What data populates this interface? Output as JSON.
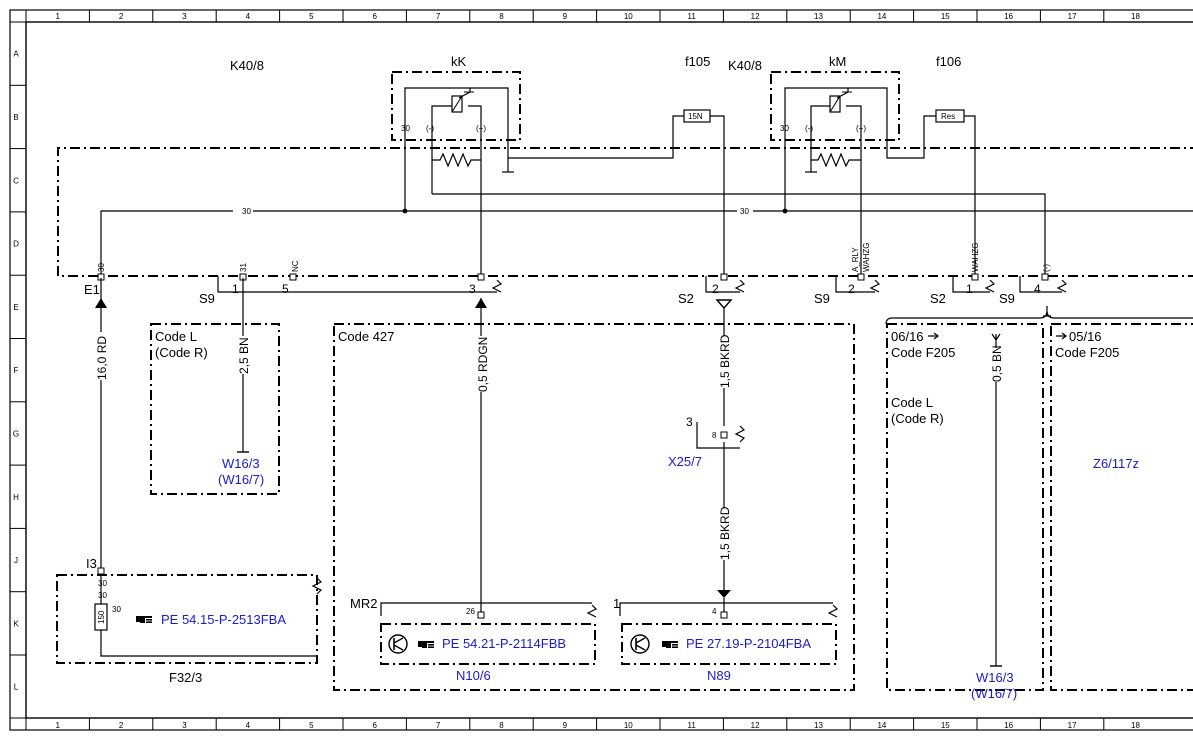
{
  "frame": {
    "columns": [
      "1",
      "2",
      "3",
      "4",
      "5",
      "6",
      "7",
      "8",
      "9",
      "10",
      "11",
      "12",
      "13",
      "14",
      "15",
      "16",
      "17",
      "18"
    ],
    "rows": [
      "A",
      "B",
      "C",
      "D",
      "E",
      "F",
      "G",
      "H",
      "J",
      "K",
      "L"
    ]
  },
  "components": {
    "k40_left": "K40/8",
    "k40_right": "K40/8",
    "relay_kk": "kK",
    "relay_km": "kM",
    "fuse_f105": "f105",
    "fuse_f106": "f106",
    "fuse_15n": "15N",
    "fuse_res": "Res",
    "f32": "F32/3",
    "n10": "N10/6",
    "n89": "N89",
    "x25": "X25/7",
    "z6": "Z6/117z",
    "w16_left": "W16/3",
    "w16_left_alt": "(W16/7)",
    "w16_right": "W16/3",
    "w16_right_alt": "(W16/7)"
  },
  "pins": {
    "p30": "30",
    "pminus": "(-)",
    "pplus": "(+)",
    "p31": "31",
    "nc": "NC",
    "a_rly": "A_RLY",
    "wahzg": "WAHZG",
    "wahzg2": "WAHZG",
    "minus": "(-)",
    "n1": "1",
    "n5": "5",
    "n3": "3",
    "n2": "2",
    "n2b": "2",
    "n1b": "1",
    "n4": "4",
    "e1": "E1",
    "i3": "I3",
    "s9a": "S9",
    "s2a": "S2",
    "s9b": "S9",
    "s2b": "S2",
    "s9c": "S9",
    "bus30a": "30",
    "bus30b": "30",
    "x25_3": "3",
    "x25_8": "8",
    "mr2": "MR2",
    "mr2_26": "26",
    "n89_1": "1",
    "n89_4": "4",
    "f32_30a": "30",
    "f32_30b": "30",
    "f32_150": "150"
  },
  "wires": {
    "w_16rd": "16,0 RD",
    "w_25bn": "2,5 BN",
    "w_05rdgn": "0,5 RDGN",
    "w_15bkrd_a": "1,5 BKRD",
    "w_15bkrd_b": "1,5 BKRD",
    "w_05bn": "0,5 BN"
  },
  "codes": {
    "code_l": "Code L",
    "code_r": "(Code R)",
    "code_427": "Code 427",
    "date_0616": "06/16",
    "date_0516": "05/16",
    "code_f205_a": "Code F205",
    "code_f205_b": "Code F205",
    "code_l2": "Code L",
    "code_r2": "(Code R)"
  },
  "references": {
    "pe_f32": "PE 54.15-P-2513FBA",
    "pe_n10": "PE 54.21-P-2114FBB",
    "pe_n89": "PE 27.19-P-2104FBA"
  },
  "icons": {
    "hand": "pointing-hand-icon",
    "pump": "pump-icon",
    "ground": "ground-icon",
    "arrow": "arrow-right-icon"
  },
  "colors": {
    "line": "#000000",
    "link": "#1a1ad6",
    "background": "#ffffff"
  }
}
